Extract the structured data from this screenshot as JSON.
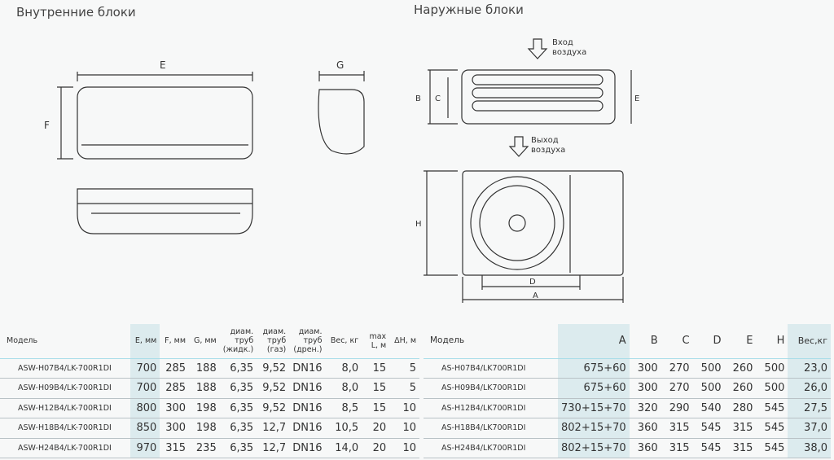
{
  "indoor": {
    "title": "Внутренние блоки",
    "dim_labels": {
      "e": "E",
      "f": "F",
      "g": "G"
    },
    "table": {
      "headers": [
        "Модель",
        "E, мм",
        "F, мм",
        "G, мм",
        "диам. труб (жидк.)",
        "диам. труб (газ)",
        "диам. труб (дрен.)",
        "Вес, кг",
        "max L, м",
        "ΔH, м"
      ],
      "rows": [
        [
          "ASW-H07B4/LK-700R1DI",
          "700",
          "285",
          "188",
          "6,35",
          "9,52",
          "DN16",
          "8,0",
          "15",
          "5"
        ],
        [
          "ASW-H09B4/LK-700R1DI",
          "700",
          "285",
          "188",
          "6,35",
          "9,52",
          "DN16",
          "8,0",
          "15",
          "5"
        ],
        [
          "ASW-H12B4/LK-700R1DI",
          "800",
          "300",
          "198",
          "6,35",
          "9,52",
          "DN16",
          "8,5",
          "15",
          "10"
        ],
        [
          "ASW-H18B4/LK-700R1DI",
          "850",
          "300",
          "198",
          "6,35",
          "12,7",
          "DN16",
          "10,5",
          "20",
          "10"
        ],
        [
          "ASW-H24B4/LK-700R1DI",
          "970",
          "315",
          "235",
          "6,35",
          "12,7",
          "DN16",
          "14,0",
          "20",
          "10"
        ]
      ]
    }
  },
  "outdoor": {
    "title": "Наружные блоки",
    "air_in": [
      "Вход",
      "воздуха"
    ],
    "air_out": [
      "Выход",
      "воздуха"
    ],
    "dim_labels": {
      "a": "A",
      "b": "B",
      "c": "C",
      "d": "D",
      "e": "E",
      "h": "H"
    },
    "table": {
      "headers": [
        "Модель",
        "A",
        "B",
        "C",
        "D",
        "E",
        "H",
        "Вес,кг"
      ],
      "rows": [
        [
          "AS-H07B4/LK700R1DI",
          "675+60",
          "300",
          "270",
          "500",
          "260",
          "500",
          "23,0"
        ],
        [
          "AS-H09B4/LK700R1DI",
          "675+60",
          "300",
          "270",
          "500",
          "260",
          "500",
          "26,0"
        ],
        [
          "AS-H12B4/LK700R1DI",
          "730+15+70",
          "320",
          "290",
          "540",
          "280",
          "545",
          "27,5"
        ],
        [
          "AS-H18B4/LK700R1DI",
          "802+15+70",
          "360",
          "315",
          "545",
          "315",
          "545",
          "37,0"
        ],
        [
          "AS-H24B4/LK700R1DI",
          "802+15+70",
          "360",
          "315",
          "545",
          "315",
          "545",
          "38,0"
        ]
      ]
    }
  }
}
